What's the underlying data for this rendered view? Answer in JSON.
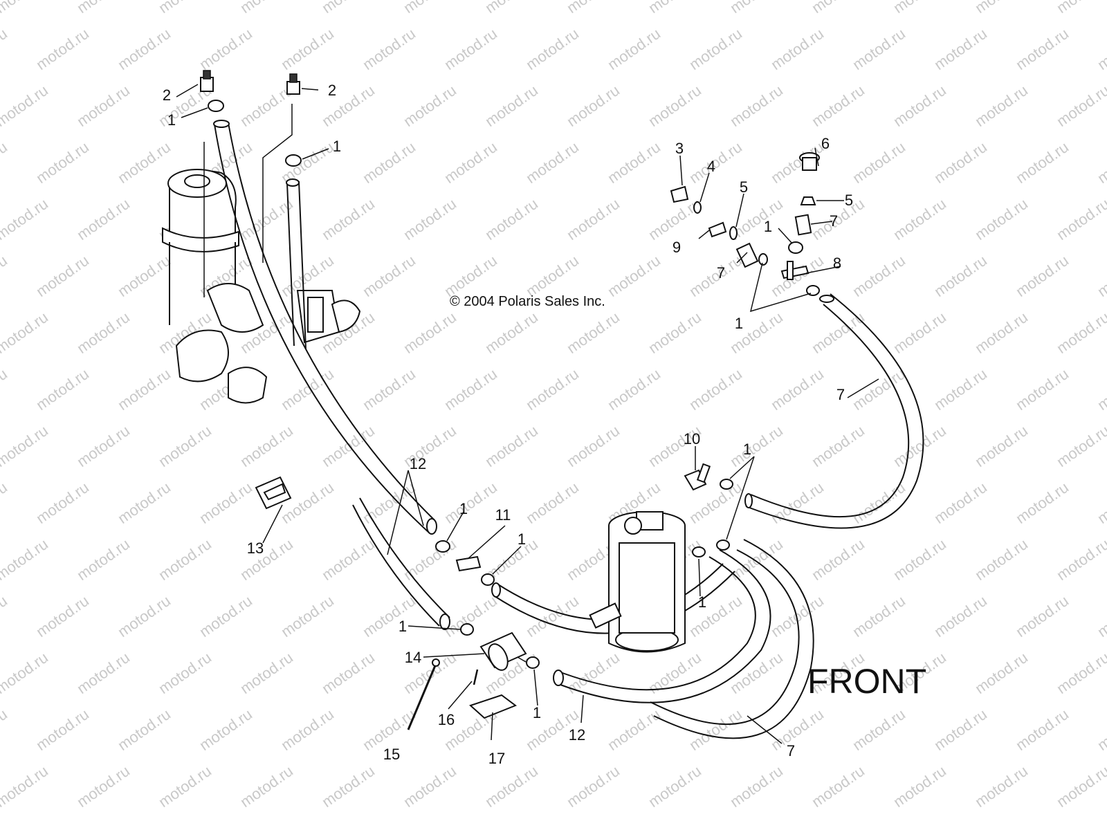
{
  "watermark": {
    "text": "motod.ru",
    "color": "#c9c9c9"
  },
  "copyright": "© 2004 Polaris Sales Inc.",
  "front_label": "FRONT",
  "callouts": {
    "c_1_a": "1",
    "c_2_a": "2",
    "c_2_b": "2",
    "c_1_b": "1",
    "c_3": "3",
    "c_4": "4",
    "c_5_a": "5",
    "c_6": "6",
    "c_5_b": "5",
    "c_1_c": "1",
    "c_7_a": "7",
    "c_9": "9",
    "c_7_b": "7",
    "c_8": "8",
    "c_1_d": "1",
    "c_7_c": "7",
    "c_10": "10",
    "c_1_e": "1",
    "c_12_a": "12",
    "c_1_f": "1",
    "c_11": "11",
    "c_1_g": "1",
    "c_13": "13",
    "c_1_h": "1",
    "c_1_i": "1",
    "c_14": "14",
    "c_1_j": "1",
    "c_16": "16",
    "c_15": "15",
    "c_17": "17",
    "c_12_b": "12",
    "c_7_d": "7"
  }
}
